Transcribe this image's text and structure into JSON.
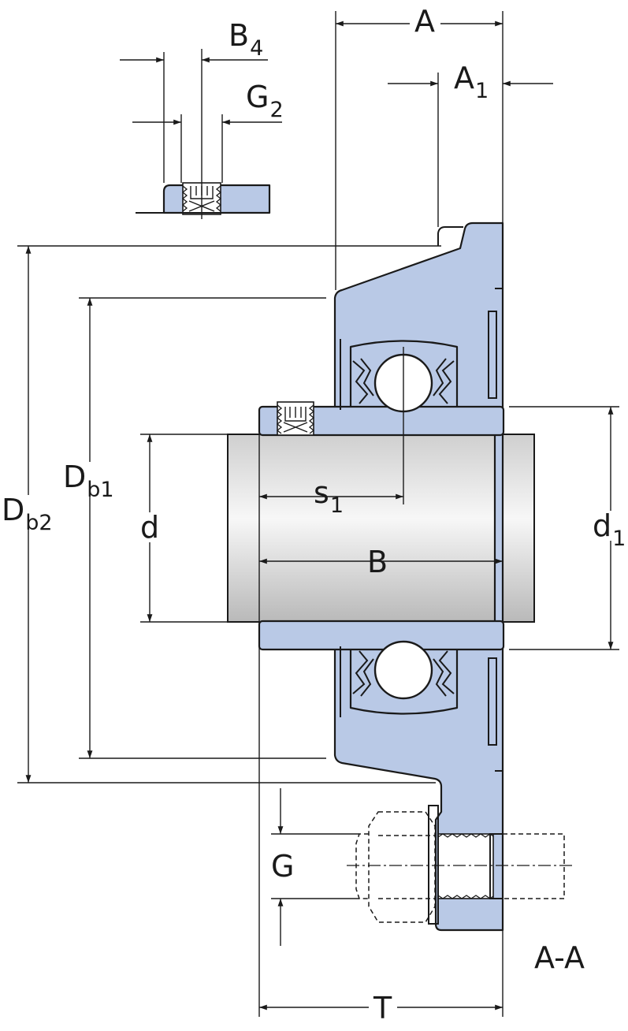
{
  "labels": {
    "A": {
      "main": "A",
      "sub": ""
    },
    "A1": {
      "main": "A",
      "sub": "1"
    },
    "B4": {
      "main": "B",
      "sub": "4"
    },
    "G2": {
      "main": "G",
      "sub": "2"
    },
    "Db1": {
      "main": "D",
      "sub": "b1"
    },
    "Db2": {
      "main": "D",
      "sub": "b2"
    },
    "d": {
      "main": "d",
      "sub": ""
    },
    "s1": {
      "main": "s",
      "sub": "1"
    },
    "d1": {
      "main": "d",
      "sub": "1"
    },
    "B": {
      "main": "B",
      "sub": ""
    },
    "G": {
      "main": "G",
      "sub": ""
    },
    "T": {
      "main": "T",
      "sub": ""
    },
    "section": "A-A"
  },
  "colors": {
    "housing": "#b9c9e6",
    "shaft_light": "#f4f4f4",
    "shaft_dark": "#bdbdbd",
    "ink": "#1a1a1a"
  }
}
